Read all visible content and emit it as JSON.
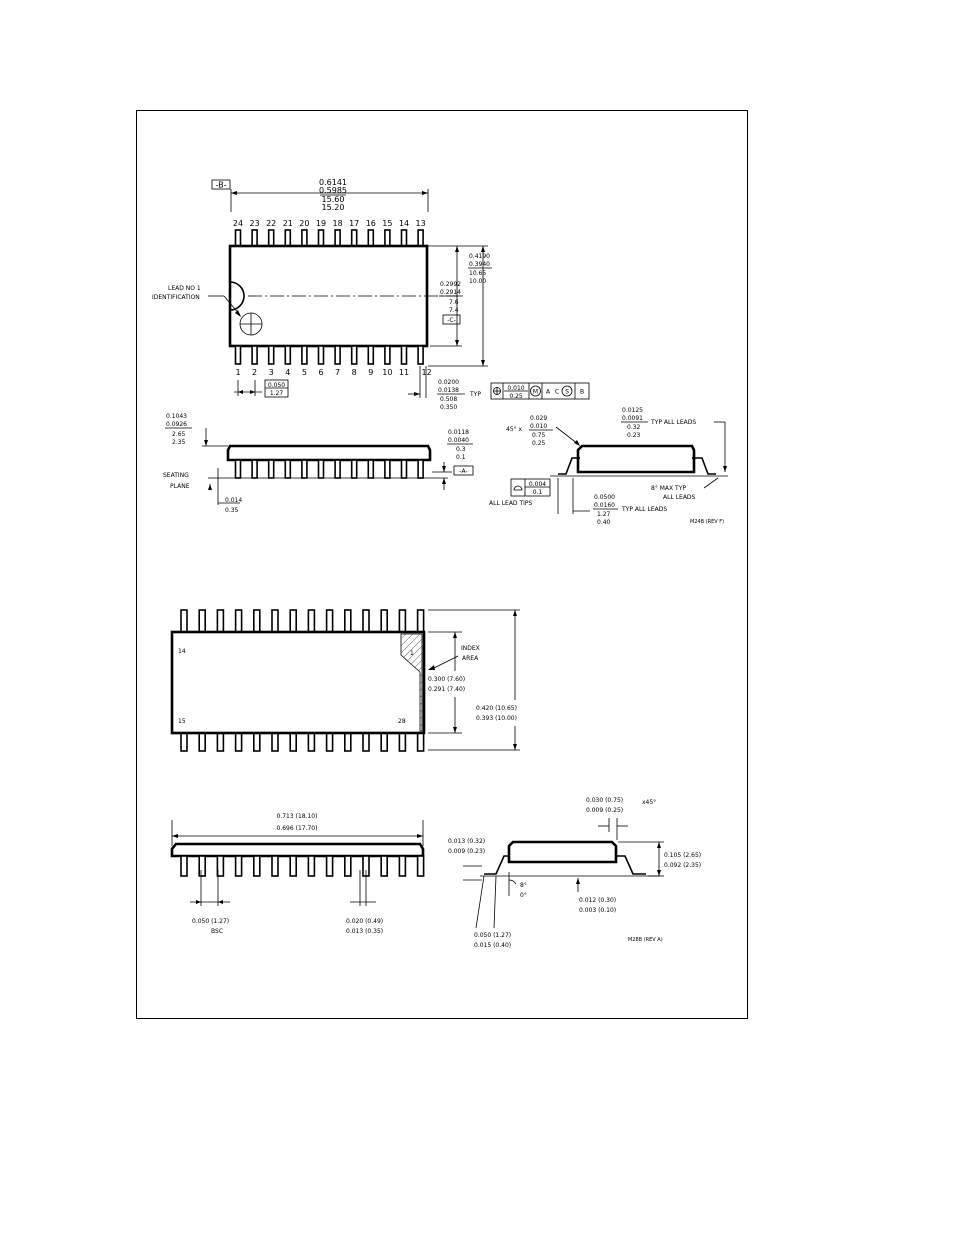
{
  "pkg24": {
    "ref_b": "-B-",
    "ref_c": "-C-",
    "ref_a": "-A-",
    "len_in_max": "0.6141",
    "len_in_min": "0.5985",
    "len_mm_max": "15.60",
    "len_mm_min": "15.20",
    "pins_top": [
      "24",
      "23",
      "22",
      "21",
      "20",
      "19",
      "18",
      "17",
      "16",
      "15",
      "14",
      "13"
    ],
    "pins_bottom": [
      "1",
      "2",
      "3",
      "4",
      "5",
      "6",
      "7",
      "8",
      "9",
      "10",
      "11",
      "12"
    ],
    "lead_no1_l1": "LEAD NO 1",
    "lead_no1_l2": "IDENTIFICATION",
    "overall_w_in_max": "0.4190",
    "overall_w_in_min": "0.3940",
    "overall_w_mm_max": "10.65",
    "overall_w_mm_min": "10.00",
    "body_w_in_max": "0.2992",
    "body_w_in_min": "0.2914",
    "body_w_mm_max": "7.6",
    "body_w_mm_min": "7.4",
    "pitch_in": "0.050",
    "pitch_mm": "1.27",
    "lead_w_in_max": "0.0200",
    "lead_w_in_min": "0.0138",
    "lead_w_mm_max": "0.508",
    "lead_w_mm_min": "0.350",
    "typ": "TYP",
    "tol_in": "0.010",
    "tol_mm": "0.25",
    "tol_m": "M",
    "tol_a": "A",
    "tol_c": "C",
    "tol_s": "S",
    "tol_b": "B",
    "height_in_max": "0.1043",
    "height_in_min": "0.0926",
    "height_mm_max": "2.65",
    "height_mm_min": "2.35",
    "standoff_in_max": "0.0118",
    "standoff_in_min": "0.0040",
    "standoff_mm_max": "0.3",
    "standoff_mm_min": "0.1",
    "seating_l1": "SEATING",
    "seating_l2": "PLANE",
    "seat_in": "0.014",
    "seat_mm": "0.35",
    "chamfer_prefix": "45° x",
    "chamfer_in_max": "0.029",
    "chamfer_in_min": "0.010",
    "chamfer_mm_max": "0.75",
    "chamfer_mm_min": "0.25",
    "thick_in_max": "0.0125",
    "thick_in_min": "0.0091",
    "thick_mm_max": "0.32",
    "thick_mm_min": "0.23",
    "typ_all_leads": "TYP ALL LEADS",
    "coplan_in": "0.004",
    "coplan_mm": "0.1",
    "all_lead_tips": "ALL LEAD TIPS",
    "angle_max_l1": "8° MAX TYP",
    "angle_max_l2": "ALL LEADS",
    "foot_in_max": "0.0500",
    "foot_in_min": "0.0160",
    "foot_mm_max": "1.27",
    "foot_mm_min": "0.40",
    "typ_all_leads_2": "TYP ALL LEADS",
    "rev": "M24B (REV F)"
  },
  "pkg28": {
    "pin_14": "14",
    "pin_15": "15",
    "pin_1": "1",
    "pin_28": "28",
    "index_l1": "INDEX",
    "index_l2": "AREA",
    "body_w_max": "0.300 (7.60)",
    "body_w_min": "0.291 (7.40)",
    "overall_w_max": "0.420 (10.65)",
    "overall_w_min": "0.393 (10.00)",
    "len_max": "0.713 (18.10)",
    "len_min": "0.696 (17.70)",
    "pitch": "0.050 (1.27)",
    "bsc": "BSC",
    "lead_w_max": "0.020 (0.49)",
    "lead_w_min": "0.013 (0.35)",
    "chamfer_max": "0.030 (0.75)",
    "chamfer_min": "0.009 (0.25)",
    "chamfer_suffix": "x45°",
    "thick_max": "0.013 (0.32)",
    "thick_min": "0.009 (0.23)",
    "height_max": "0.105 (2.65)",
    "height_min": "0.092 (2.35)",
    "angle_max": "8°",
    "angle_min": "0°",
    "standoff_max": "0.012 (0.30)",
    "standoff_min": "0.003 (0.10)",
    "foot_max": "0.050 (1.27)",
    "foot_min": "0.015 (0.40)",
    "rev": "M28B (REV A)"
  }
}
